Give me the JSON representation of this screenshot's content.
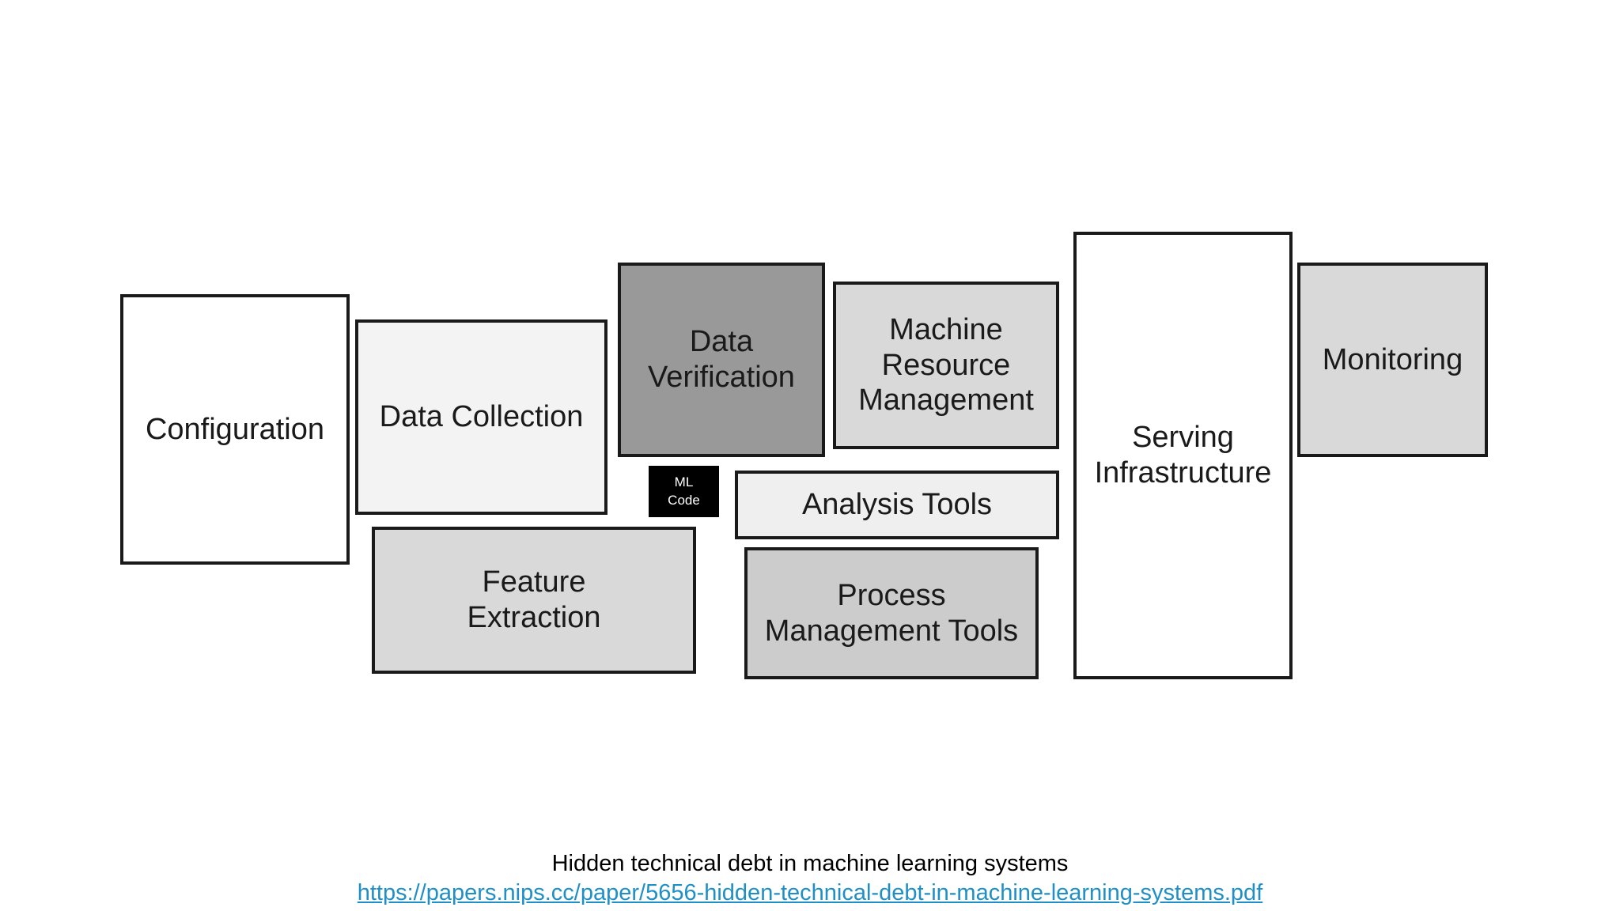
{
  "diagram": {
    "blocks": {
      "configuration": "Configuration",
      "data_collection": "Data Collection",
      "feature_extraction": "Feature\nExtraction",
      "data_verification": "Data\nVerification",
      "ml_code": "ML\nCode",
      "machine_resource_management": "Machine\nResource\nManagement",
      "analysis_tools": "Analysis Tools",
      "process_management_tools": "Process\nManagement Tools",
      "serving_infrastructure": "Serving\nInfrastructure",
      "monitoring": "Monitoring"
    }
  },
  "footer": {
    "caption": "Hidden technical debt in machine learning systems",
    "link_text": "https://papers.nips.cc/paper/5656-hidden-technical-debt-in-machine-learning-systems.pdf"
  }
}
